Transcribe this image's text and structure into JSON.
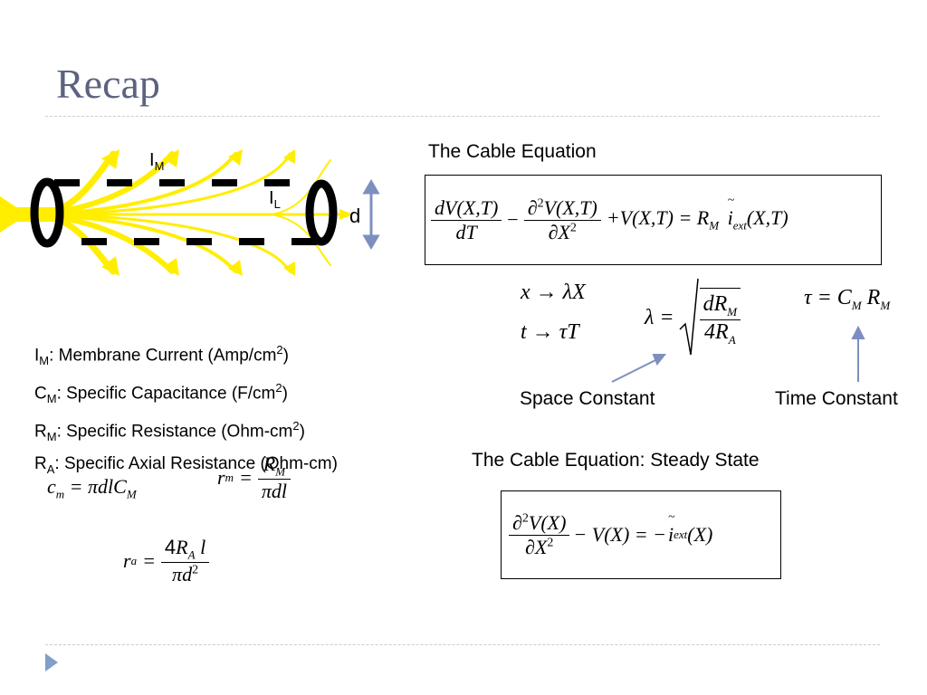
{
  "title": "Recap",
  "diagram": {
    "label_im": "I",
    "label_im_sub": "M",
    "label_il": "I",
    "label_il_sub": "L",
    "label_d": "d",
    "arrow_color": "#ffee00",
    "dash_color": "#000000",
    "d_arrow_color": "#7d8fbf"
  },
  "cable_equation": {
    "heading": "The Cable Equation",
    "lhs1_num": "dV(X,T)",
    "lhs1_den": "dT",
    "minus": "−",
    "lhs2_num_a": "∂",
    "lhs2_num_sup": "2",
    "lhs2_num_b": "V(X,T)",
    "lhs2_den_a": "∂X",
    "lhs2_den_sup": "2",
    "rest": "+V(X,T) = R",
    "rest_sub": "M",
    "tilde": "~",
    "i": "i",
    "i_sub": "ext",
    "args": "(X,T)"
  },
  "substitutions": {
    "x_line": "x → λX",
    "t_line": "t → τT",
    "lambda_lhs": "λ =",
    "lambda_num": "dR",
    "lambda_num_sub": "M",
    "lambda_den": "4R",
    "lambda_den_sub": "A",
    "tau_lhs": "τ = C",
    "tau_sub1": "M",
    "tau_r": "R",
    "tau_sub2": "M"
  },
  "labels": {
    "space_constant": "Space Constant",
    "time_constant": "Time Constant",
    "arrow_color": "#7d8fbf"
  },
  "definitions": [
    {
      "sym": "I",
      "sub": "M",
      "text": ": Membrane Current (Amp/cm",
      "sup": "2",
      "end": ")"
    },
    {
      "sym": "C",
      "sub": "M",
      "text": ": Specific Capacitance (F/cm",
      "sup": "2",
      "end": ")"
    },
    {
      "sym": "R",
      "sub": "M",
      "text": ": Specific Resistance (Ohm-cm",
      "sup": "2",
      "end": ")"
    },
    {
      "sym": "R",
      "sub": "A",
      "text": ": Specific Axial Resistance (Ohm-cm)",
      "sup": "",
      "end": ""
    }
  ],
  "formulas": {
    "cm_lhs": "c",
    "cm_lhs_sub": "m",
    "cm_rhs": "= πdlC",
    "cm_rhs_sub": "M",
    "rm_lhs": "r",
    "rm_lhs_sub": "m",
    "rm_eq": "=",
    "rm_num": "R",
    "rm_num_sub": "M",
    "rm_den": "πdl",
    "ra_lhs": "r",
    "ra_lhs_sub": "a",
    "ra_eq": "=",
    "ra_num_a": "4",
    "ra_num_b": "R",
    "ra_num_sub": "A",
    "ra_num_c": "l",
    "ra_den_a": "πd",
    "ra_den_sup": "2"
  },
  "steady_state": {
    "heading": "The Cable Equation: Steady State",
    "num_a": "∂",
    "num_sup": "2",
    "num_b": "V(X)",
    "den_a": "∂X",
    "den_sup": "2",
    "rest": "− V(X) = −",
    "tilde": "~",
    "i": "i",
    "i_sub": "ext",
    "args": "(X)"
  }
}
